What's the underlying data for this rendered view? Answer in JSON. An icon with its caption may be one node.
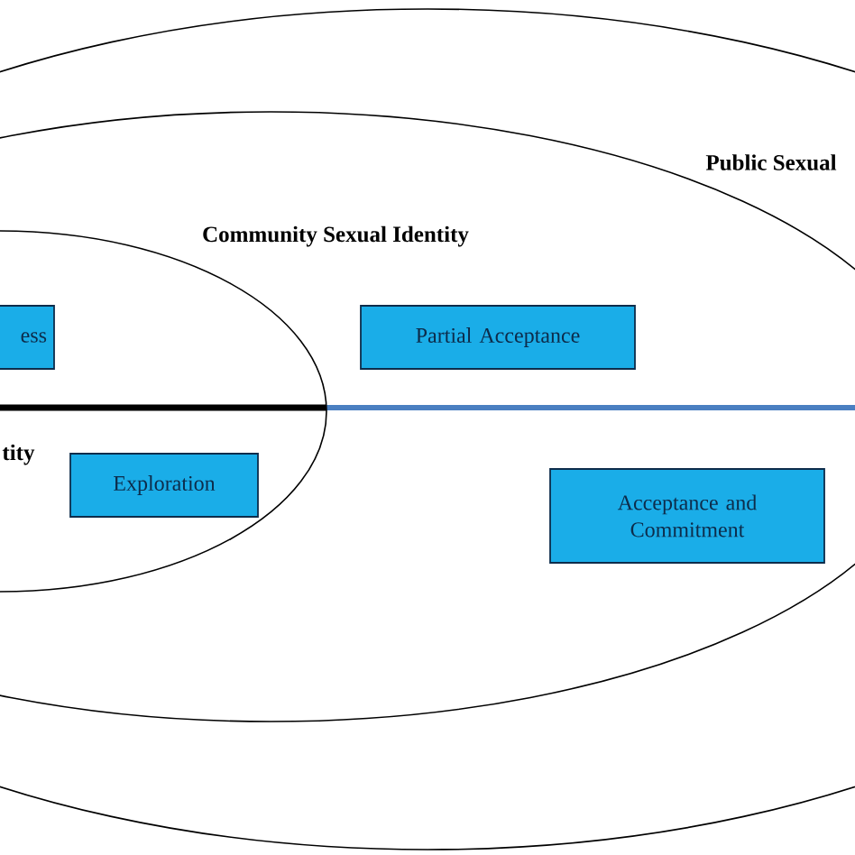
{
  "diagram": {
    "nodes": [
      {
        "text": [
          "Public Sexual"
        ]
      },
      {
        "text": [
          "Community Sexual Identity"
        ],
        "in": 0
      },
      {
        "text": [
          "tity"
        ],
        "in": 1
      },
      {
        "text": [
          "ess"
        ],
        "in": 2
      },
      {
        "text": [
          "Exploration"
        ],
        "in": 2
      },
      {
        "text": [
          "Partial Acceptance"
        ],
        "in": 1
      },
      {
        "text": [
          "Acceptance and Commitment"
        ],
        "in": 1
      }
    ]
  }
}
